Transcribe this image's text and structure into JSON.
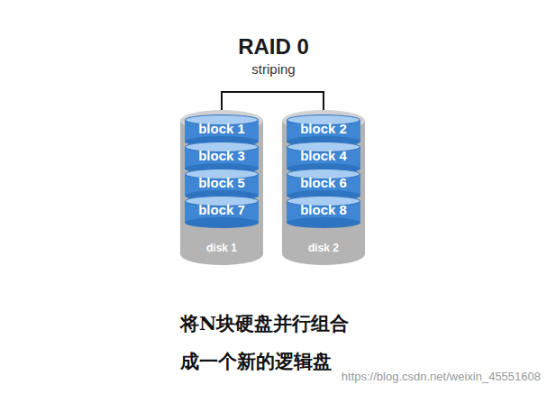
{
  "diagram": {
    "title": "RAID 0",
    "caption": "将N块硬盘并行组合 成一个新的逻辑盘",
    "nodes": [
      {
        "text": [
          "disk 1"
        ]
      },
      {
        "text": [
          "block 1"
        ],
        "in": 0
      },
      {
        "text": [
          "block 3"
        ],
        "in": 0
      },
      {
        "text": [
          "block 5"
        ],
        "in": 0
      },
      {
        "text": [
          "block 7"
        ],
        "in": 0
      },
      {
        "text": [
          "disk 2"
        ]
      },
      {
        "text": [
          "block 2"
        ],
        "in": 5
      },
      {
        "text": [
          "block 4"
        ],
        "in": 5
      },
      {
        "text": [
          "block 6"
        ],
        "in": 5
      },
      {
        "text": [
          "block 8"
        ],
        "in": 5
      }
    ],
    "edges": [
      {
        "from": 0,
        "to": 5,
        "arrow": "none"
      }
    ],
    "labels": [
      "striping",
      "https://blog.csdn.net/weixin_45551608"
    ]
  }
}
